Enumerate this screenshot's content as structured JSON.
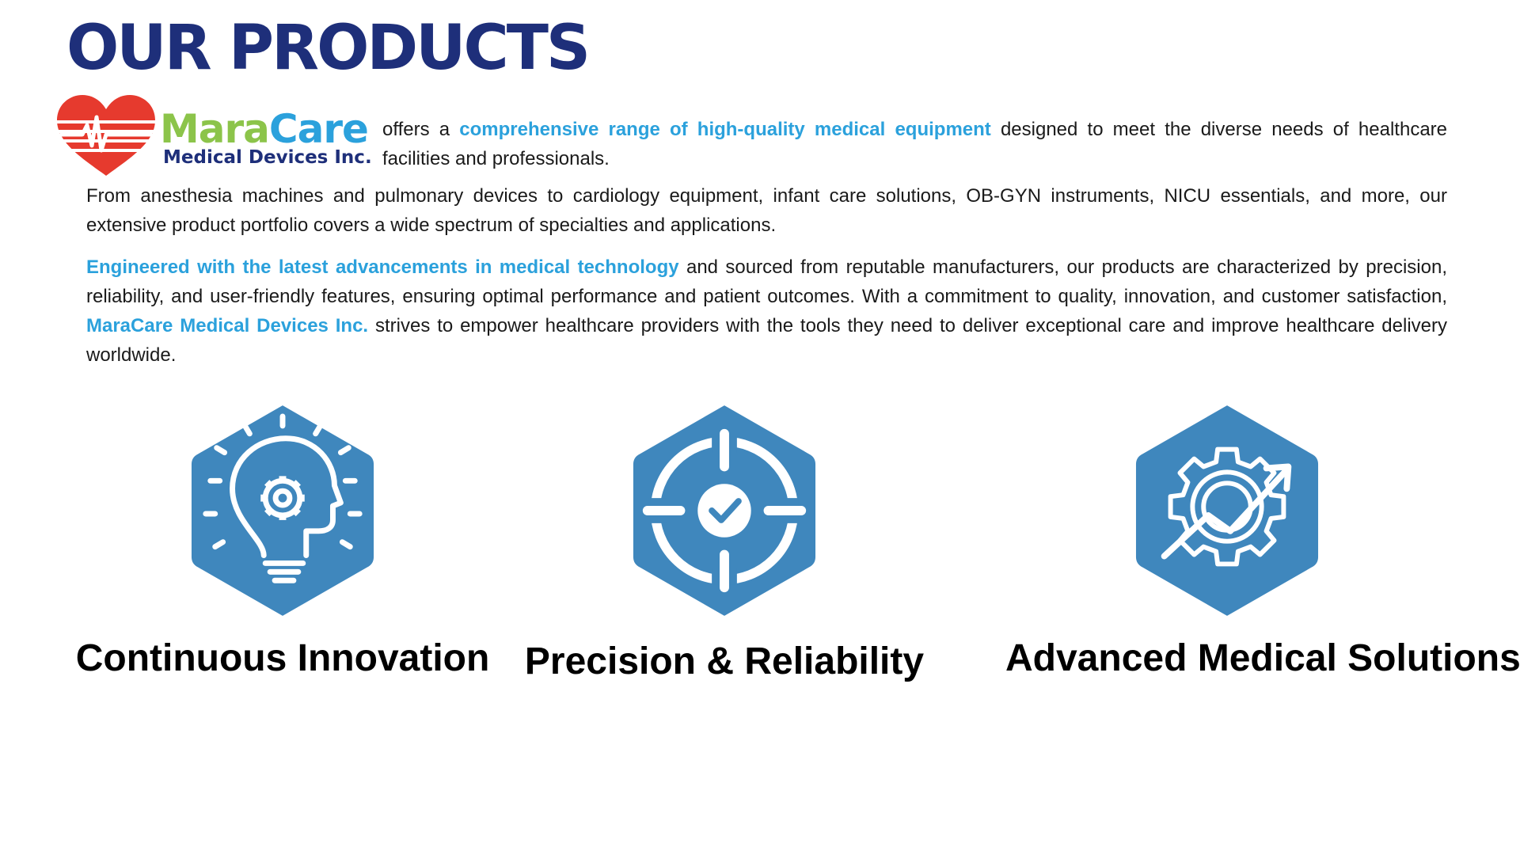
{
  "page": {
    "title": "OUR PRODUCTS"
  },
  "logo": {
    "brand_part1": "Mara",
    "brand_part2": "Care",
    "tagline": "Medical Devices Inc."
  },
  "intro": {
    "pre": "offers a",
    "highlight": "comprehensive range of high-quality medical equipment",
    "post": "designed to meet the diverse needs of healthcare facilities and professionals."
  },
  "paragraph2": "From anesthesia machines and pulmonary devices to cardiology equipment, infant care solutions, OB-GYN instruments, NICU essentials, and more, our extensive product portfolio covers a wide spectrum of specialties and applications.",
  "paragraph3": {
    "highlight1": "Engineered with the latest advancements in medical technology",
    "text1": "and sourced from reputable manufacturers, our products are characterized by precision, reliability, and user-friendly features, ensuring optimal performance and patient outcomes. With a commitment to quality, innovation, and customer satisfaction,",
    "highlight2": "MaraCare Medical Devices Inc.",
    "text2": "strives to empower healthcare providers with the tools they need to deliver exceptional care and improve healthcare delivery worldwide."
  },
  "features": [
    {
      "label": "Continuous Innovation",
      "icon": "lightbulb-gear-head-icon"
    },
    {
      "label": "Precision & Reliability",
      "icon": "target-check-icon"
    },
    {
      "label": "Advanced Medical Solutions",
      "icon": "gear-growth-arrow-icon"
    }
  ],
  "colors": {
    "title": "#1e2f7a",
    "accent": "#2ba1dc",
    "icon_hexagon": "#3f87bd",
    "logo_heart": "#e63a2e",
    "logo_green": "#8cc44a",
    "logo_navy": "#1e2f7a"
  }
}
